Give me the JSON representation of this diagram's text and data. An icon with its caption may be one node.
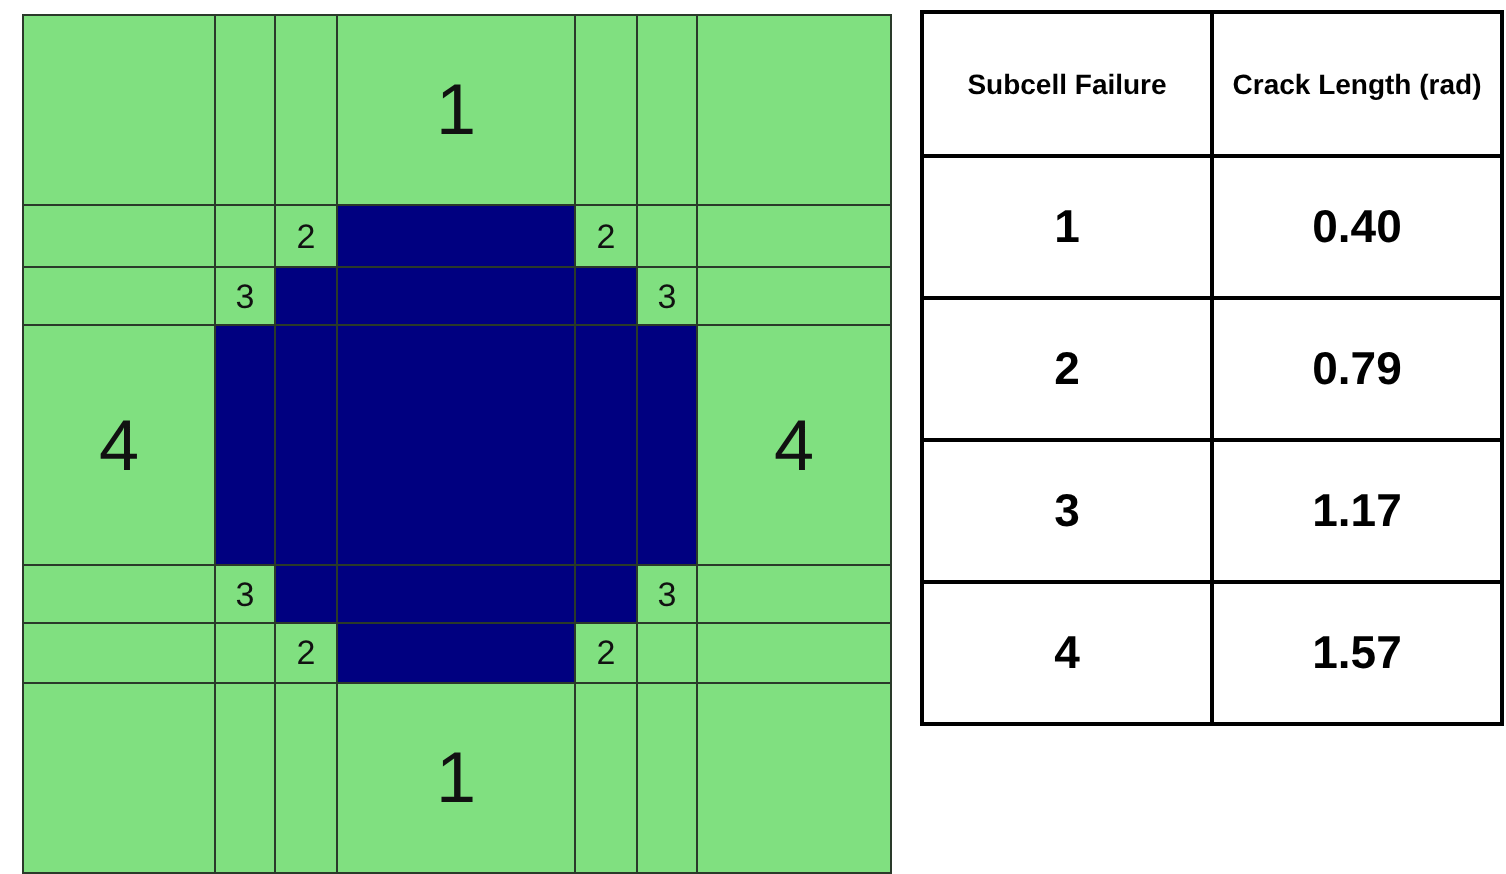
{
  "diagram": {
    "nodes": [
      {
        "text": [
          "1"
        ]
      },
      {
        "text": [
          "2"
        ]
      },
      {
        "text": [
          "2"
        ]
      },
      {
        "text": [
          "3"
        ]
      },
      {
        "text": [
          "3"
        ]
      },
      {
        "text": [
          "4"
        ]
      },
      {
        "text": [
          "4"
        ]
      },
      {
        "text": [
          "3"
        ]
      },
      {
        "text": [
          "3"
        ]
      },
      {
        "text": [
          "2"
        ]
      },
      {
        "text": [
          "2"
        ]
      },
      {
        "text": [
          "1"
        ]
      }
    ],
    "labels": [
      "Subcell Failure",
      "Crack Length (rad)",
      "1",
      "0.40",
      "2",
      "0.79",
      "3",
      "1.17",
      "4",
      "1.57"
    ]
  }
}
